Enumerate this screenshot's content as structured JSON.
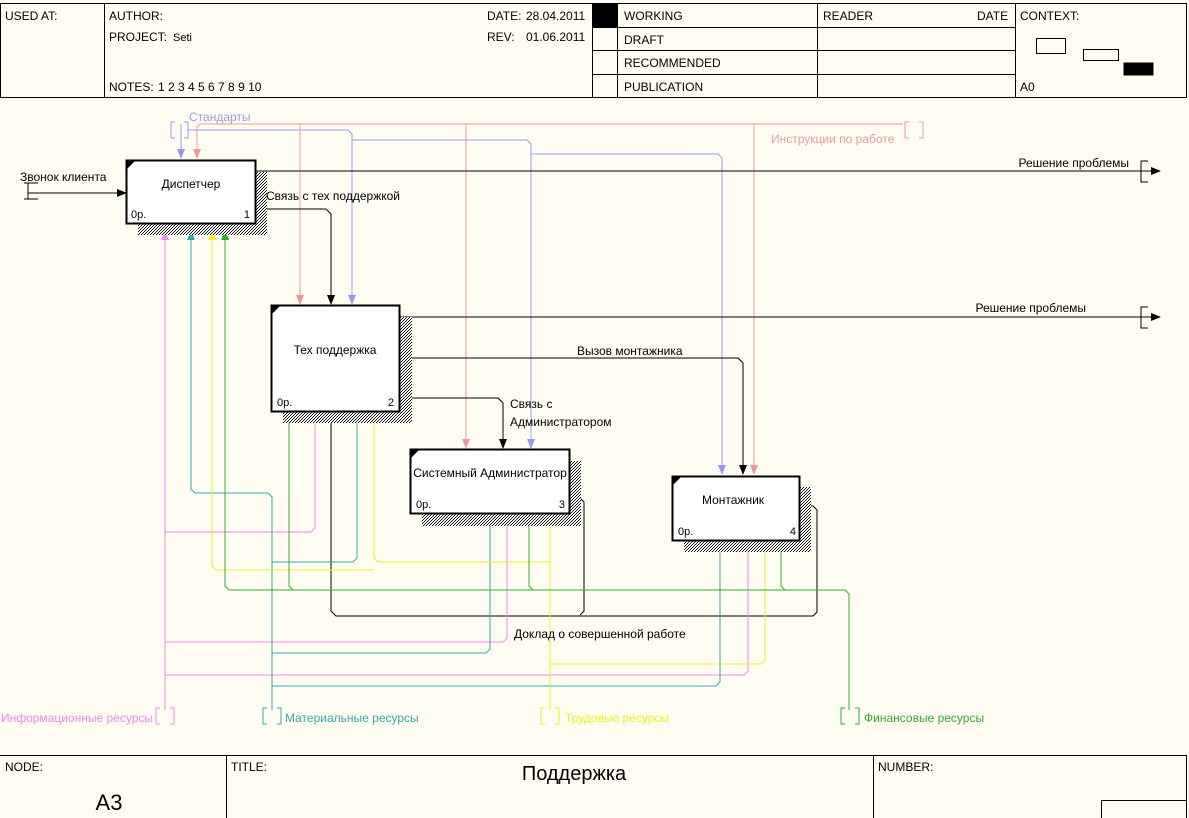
{
  "header": {
    "used_at": "USED AT:",
    "author": "AUTHOR:",
    "project_label": "PROJECT:",
    "project": "Seti",
    "notes_label": "NOTES:",
    "notes": "1 2 3 4 5 6 7 8 9 10",
    "date_label": "DATE:",
    "date": "28.04.2011",
    "rev_label": "REV:",
    "rev": "01.06.2011",
    "status": [
      "WORKING",
      "DRAFT",
      "RECOMMENDED",
      "PUBLICATION"
    ],
    "reader": "READER",
    "reader_date": "DATE",
    "context": "CONTEXT:",
    "context_node": "A0"
  },
  "boxes": [
    {
      "name": "Диспетчер",
      "cost": "0р.",
      "num": "1"
    },
    {
      "name": "Тех поддержка",
      "cost": "0р.",
      "num": "2"
    },
    {
      "name": "Системный Администратор",
      "cost": "0р.",
      "num": "3"
    },
    {
      "name": "Монтажник",
      "cost": "0р.",
      "num": "4"
    }
  ],
  "arrows": {
    "call": "Звонок клиента",
    "standards": "Стандарты",
    "instructions": "Инструкции по работе",
    "to_support": "Связь с тех поддержкой",
    "solution_1": "Решение проблемы",
    "solution_2": "Решение проблемы",
    "call_installer": "Вызов монтажника",
    "to_admin_1": "Связь с",
    "to_admin_2": "Администратором",
    "report": "Доклад о совершенной работе",
    "info_res": "Информационные ресурсы",
    "material_res": "Материальные ресурсы",
    "labor_res": "Трудовые ресурсы",
    "finance_res": "Финансовые ресурсы"
  },
  "footer": {
    "node_label": "NODE:",
    "node": "A3",
    "title_label": "TITLE:",
    "title": "Поддержка",
    "number_label": "NUMBER:"
  },
  "colors": {
    "standards": "#9999ee",
    "instructions": "#ee9999",
    "info": "#ee88ee",
    "material": "#33aaaa",
    "labor": "#eeee22",
    "finance": "#33aa33",
    "control_flow": "#000000"
  }
}
